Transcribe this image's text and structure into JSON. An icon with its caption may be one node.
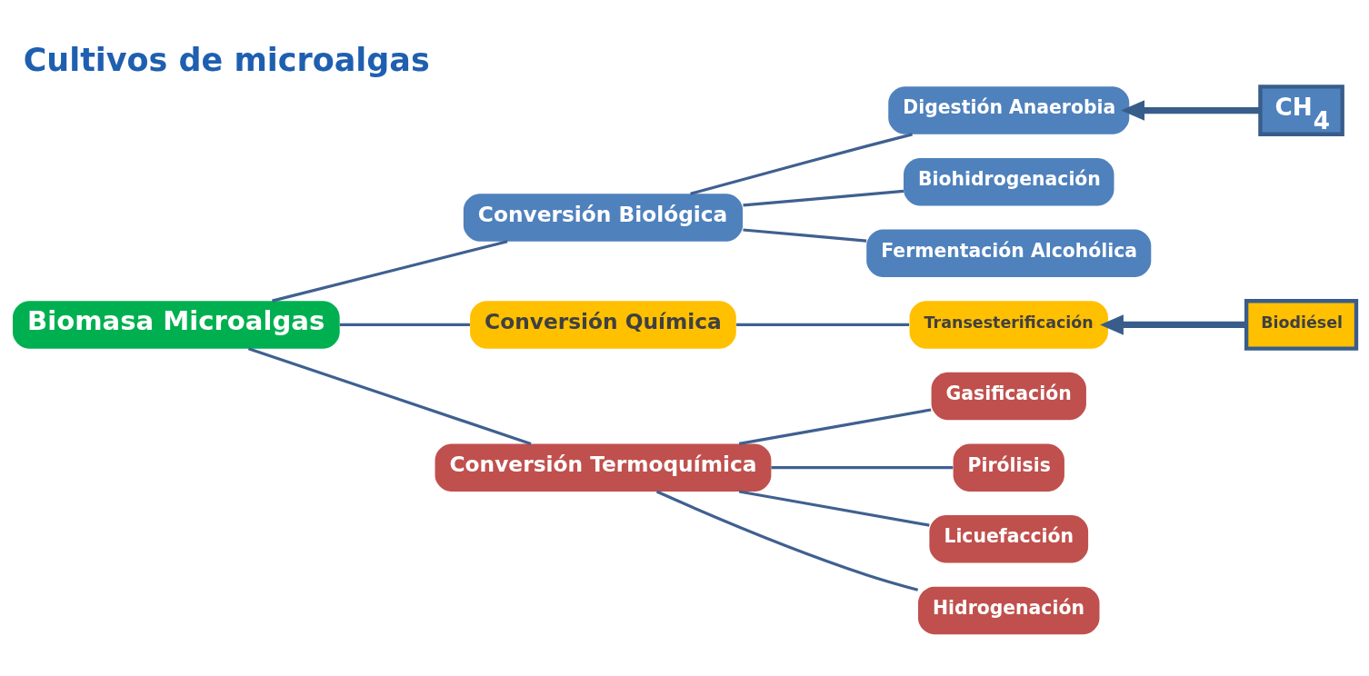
{
  "diagram": {
    "title": "Cultivos de microalgas",
    "nodes": [
      {
        "text": [
          "Biomasa Microalgas"
        ]
      },
      {
        "text": [
          "Conversión Biológica"
        ]
      },
      {
        "text": [
          "Conversión Química"
        ]
      },
      {
        "text": [
          "Conversión Termoquímica"
        ]
      },
      {
        "text": [
          "Digestión Anaerobia"
        ]
      },
      {
        "text": [
          "Biohidrogenación"
        ]
      },
      {
        "text": [
          "Fermentación Alcohólica"
        ]
      },
      {
        "text": [
          "Transesterificación"
        ]
      },
      {
        "text": [
          "Gasificación"
        ]
      },
      {
        "text": [
          "Pirólisis"
        ]
      },
      {
        "text": [
          "Licuefacción"
        ]
      },
      {
        "text": [
          "Hidrogenación"
        ]
      },
      {
        "text": [
          "CH$_{4}$"
        ]
      },
      {
        "text": [
          "Biodiésel"
        ]
      }
    ],
    "edges": [
      {
        "from": 0,
        "to": 1,
        "arrow": "none"
      },
      {
        "from": 0,
        "to": 2,
        "arrow": "none"
      },
      {
        "from": 0,
        "to": 3,
        "arrow": "none"
      },
      {
        "from": 1,
        "to": 4,
        "arrow": "none"
      },
      {
        "from": 1,
        "to": 5,
        "arrow": "none"
      },
      {
        "from": 1,
        "to": 6,
        "arrow": "none"
      },
      {
        "from": 2,
        "to": 7,
        "arrow": "none"
      },
      {
        "from": 3,
        "to": 8,
        "arrow": "none"
      },
      {
        "from": 3,
        "to": 9,
        "arrow": "none"
      },
      {
        "from": 3,
        "to": 10,
        "arrow": "none"
      },
      {
        "from": 3,
        "to": 11,
        "arrow": "none"
      },
      {
        "from": 12,
        "to": 4,
        "arrow": "to",
        "style": "thick"
      },
      {
        "from": 13,
        "to": 7,
        "arrow": "to",
        "style": "thick"
      }
    ]
  }
}
